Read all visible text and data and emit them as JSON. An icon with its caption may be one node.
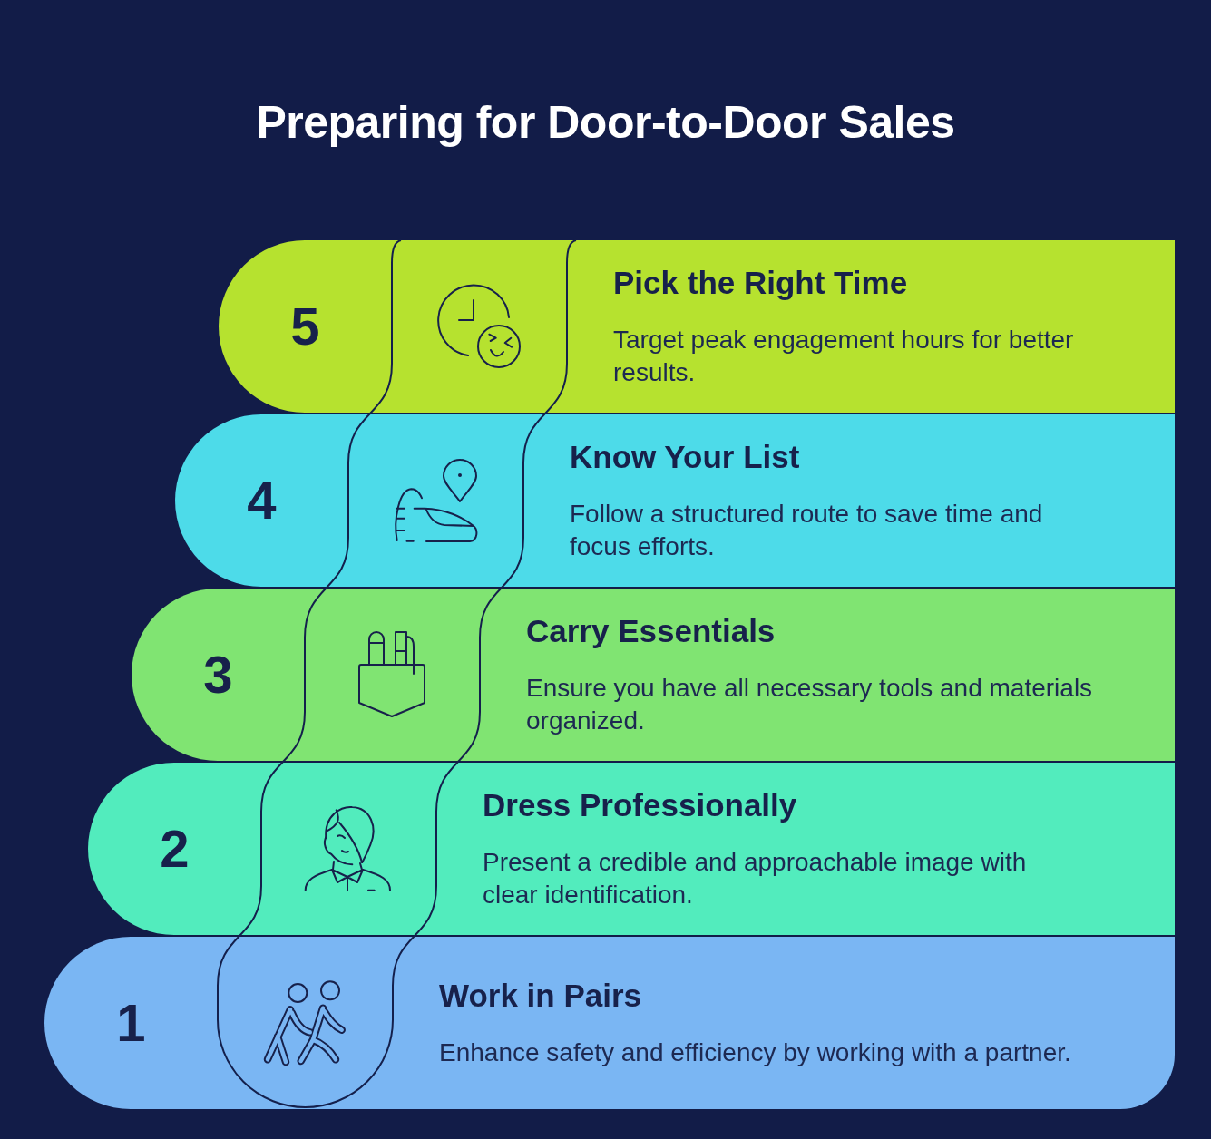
{
  "diagram": {
    "title": "Preparing for Door-to-Door Sales",
    "nodes": [
      {
        "text": [
          "5",
          "Pick the Right Time",
          "Target peak engagement hours for better results."
        ]
      },
      {
        "text": [
          "4",
          "Know Your List",
          "Follow a structured route to save time and focus efforts."
        ]
      },
      {
        "text": [
          "3",
          "Carry Essentials",
          "Ensure you have all necessary tools and materials organized."
        ]
      },
      {
        "text": [
          "2",
          "Dress Professionally",
          "Present a credible and approachable image with clear identification."
        ]
      },
      {
        "text": [
          "1",
          "Work in Pairs",
          "Enhance safety and efficiency by working with a partner."
        ]
      }
    ]
  }
}
